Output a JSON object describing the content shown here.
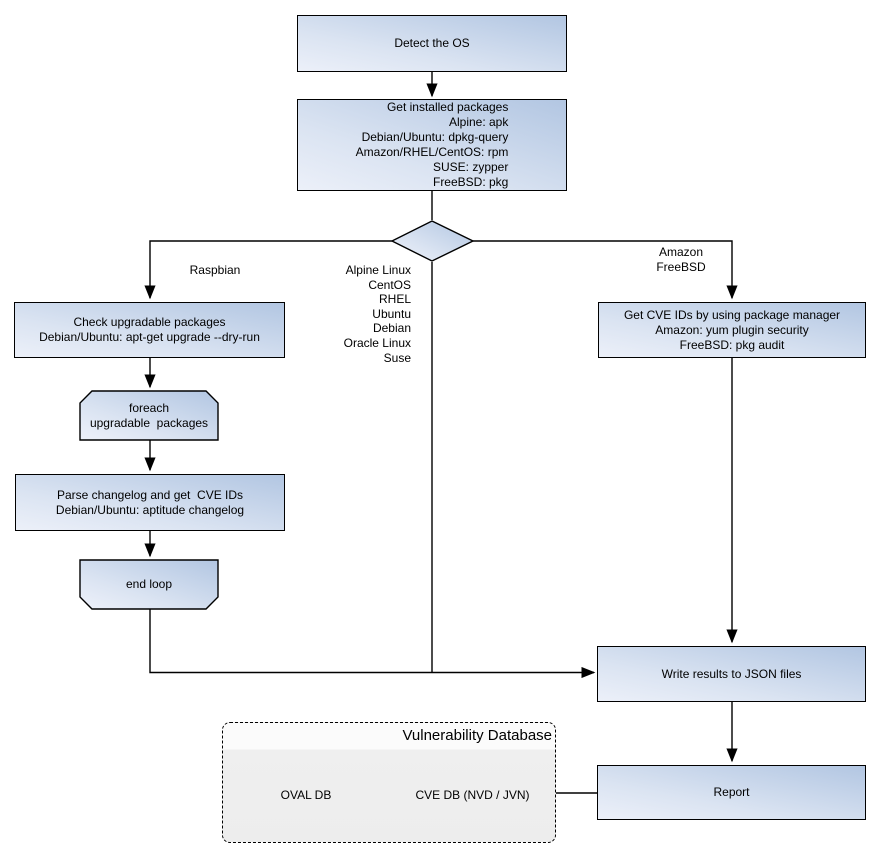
{
  "diagram": {
    "colors": {
      "node_fill_light": "#ecf0f9",
      "node_fill_dark": "#b2c6e2",
      "border": "#000000",
      "group_fill": "#efefef",
      "background": "#ffffff"
    },
    "nodes": {
      "detect_os": "Detect the OS",
      "get_installed_packages": "Get installed packages\nAlpine: apk\nDebian/Ubuntu: dpkg-query\nAmazon/RHEL/CentOS: rpm\nSUSE: zypper\nFreeBSD: pkg",
      "check_upgradable": "Check upgradable packages\nDebian/Ubuntu: apt-get upgrade --dry-run",
      "foreach_loop": "foreach\nupgradable  packages",
      "parse_changelog": "Parse changelog and get  CVE IDs\nDebian/Ubuntu: aptitude changelog",
      "end_loop": "end loop",
      "get_cve_ids": "Get CVE IDs by using package manager\nAmazon: yum plugin security\nFreeBSD: pkg audit",
      "write_results": "Write results to JSON files",
      "report": "Report"
    },
    "edge_labels": {
      "raspbian": "Raspbian",
      "os_list": "Alpine Linux\nCentOS\nRHEL\nUbuntu\nDebian\nOracle Linux\nSuse",
      "amazon_freebsd": "Amazon\nFreeBSD"
    },
    "database_group": {
      "title": "Vulnerability Database",
      "oval_db": "OVAL DB",
      "cve_db": "CVE DB (NVD / JVN)"
    }
  }
}
